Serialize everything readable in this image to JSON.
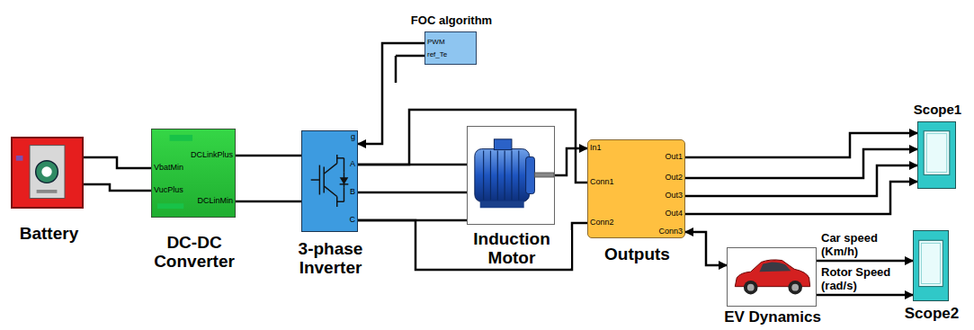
{
  "diagram": {
    "nodes": [
      {
        "text": [
          "Battery"
        ]
      },
      {
        "text": [
          "DC-DC Converter",
          "VbatMin",
          "VucPlus",
          "DCLinkPlus",
          "DCLinMin"
        ]
      },
      {
        "text": [
          "3-phase Inverter",
          "g",
          "A",
          "B",
          "C"
        ]
      },
      {
        "text": [
          "FOC algorithm",
          "PWM",
          "ref_Te"
        ]
      },
      {
        "text": [
          "Induction Motor"
        ]
      },
      {
        "text": [
          "Outputs",
          "In1",
          "Conn1",
          "Conn2",
          "Out1",
          "Out2",
          "Out3",
          "Out4",
          "Conn3"
        ]
      },
      {
        "text": [
          "Scope1"
        ]
      },
      {
        "text": [
          "EV Dynamics"
        ]
      },
      {
        "text": [
          "Scope2"
        ]
      }
    ],
    "edges": [
      {
        "from": 0,
        "to": 1,
        "arrow": "none"
      },
      {
        "from": 0,
        "to": 1,
        "arrow": "none"
      },
      {
        "from": 1,
        "to": 2,
        "arrow": "none"
      },
      {
        "from": 1,
        "to": 2,
        "arrow": "none"
      },
      {
        "from": 3,
        "to": 2,
        "arrow": "to"
      },
      {
        "from": 2,
        "to": 4,
        "arrow": "none"
      },
      {
        "from": 2,
        "to": 4,
        "arrow": "none"
      },
      {
        "from": 2,
        "to": 4,
        "arrow": "none"
      },
      {
        "from": 2,
        "to": 5,
        "arrow": "none"
      },
      {
        "from": 2,
        "to": 5,
        "arrow": "none"
      },
      {
        "from": 4,
        "to": 5,
        "arrow": "to"
      },
      {
        "from": 5,
        "to": 6,
        "arrow": "to"
      },
      {
        "from": 5,
        "to": 6,
        "arrow": "to"
      },
      {
        "from": 5,
        "to": 6,
        "arrow": "to"
      },
      {
        "from": 5,
        "to": 6,
        "arrow": "to"
      },
      {
        "from": 5,
        "to": 7,
        "arrow": "both"
      },
      {
        "from": 7,
        "to": 8,
        "label": "Car speed (Km/h)",
        "arrow": "to"
      },
      {
        "from": 7,
        "to": 8,
        "label": "Rotor Speed (rad/s)",
        "arrow": "to"
      }
    ]
  }
}
